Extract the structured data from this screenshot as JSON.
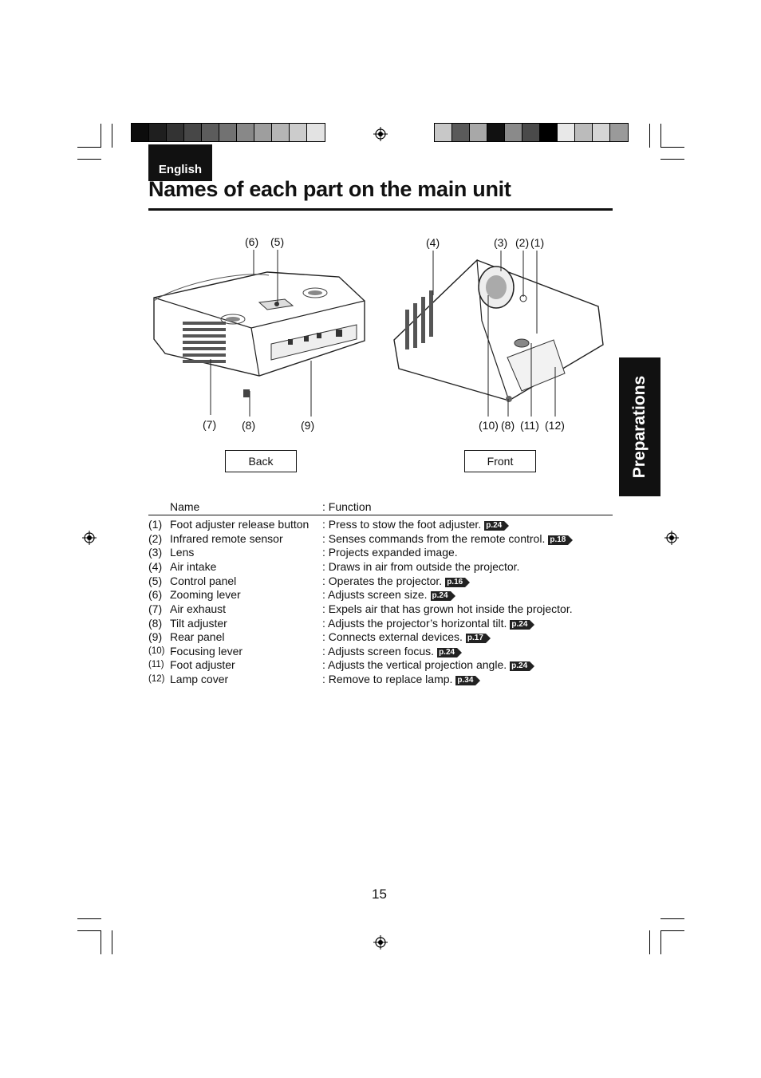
{
  "language_badge": "English",
  "page_title": "Names of each part on the main unit",
  "side_tab": "Preparations",
  "callouts": {
    "c6": "(6)",
    "c5": "(5)",
    "c4": "(4)",
    "c3": "(3)",
    "c2": "(2)",
    "c1": "(1)",
    "c7": "(7)",
    "c8a": "(8)",
    "c9": "(9)",
    "c10": "(10)",
    "c8b": "(8)",
    "c11": "(11)",
    "c12": "(12)"
  },
  "views": {
    "back": "Back",
    "front": "Front"
  },
  "table": {
    "header_name": "Name",
    "header_function": ": Function",
    "rows": [
      {
        "num": "(1)",
        "name": "Foot adjuster release button",
        "function": ": Press to stow the foot adjuster.",
        "ref": "p.24"
      },
      {
        "num": "(2)",
        "name": "Infrared remote sensor",
        "function": ": Senses commands from the remote control.",
        "ref": "p.18"
      },
      {
        "num": "(3)",
        "name": "Lens",
        "function": ": Projects expanded image.",
        "ref": ""
      },
      {
        "num": "(4)",
        "name": "Air intake",
        "function": ": Draws in air from outside the projector.",
        "ref": ""
      },
      {
        "num": "(5)",
        "name": "Control panel",
        "function": ": Operates the projector.",
        "ref": "p.16"
      },
      {
        "num": "(6)",
        "name": "Zooming lever",
        "function": ": Adjusts screen size.",
        "ref": "p.24"
      },
      {
        "num": "(7)",
        "name": "Air exhaust",
        "function": ": Expels air that has grown hot inside the projector.",
        "ref": ""
      },
      {
        "num": "(8)",
        "name": "Tilt adjuster",
        "function": ": Adjusts the projector’s horizontal tilt.",
        "ref": "p.24"
      },
      {
        "num": "(9)",
        "name": "Rear panel",
        "function": ": Connects external devices.",
        "ref": "p.17"
      },
      {
        "num": "(10)",
        "name": "Focusing lever",
        "function": ": Adjusts screen focus.",
        "ref": "p.24"
      },
      {
        "num": "(11)",
        "name": "Foot adjuster",
        "function": ": Adjusts the vertical projection angle.",
        "ref": "p.24"
      },
      {
        "num": "(12)",
        "name": "Lamp cover",
        "function": ": Remove to replace lamp.",
        "ref": "p.34"
      }
    ]
  },
  "page_number": "15"
}
